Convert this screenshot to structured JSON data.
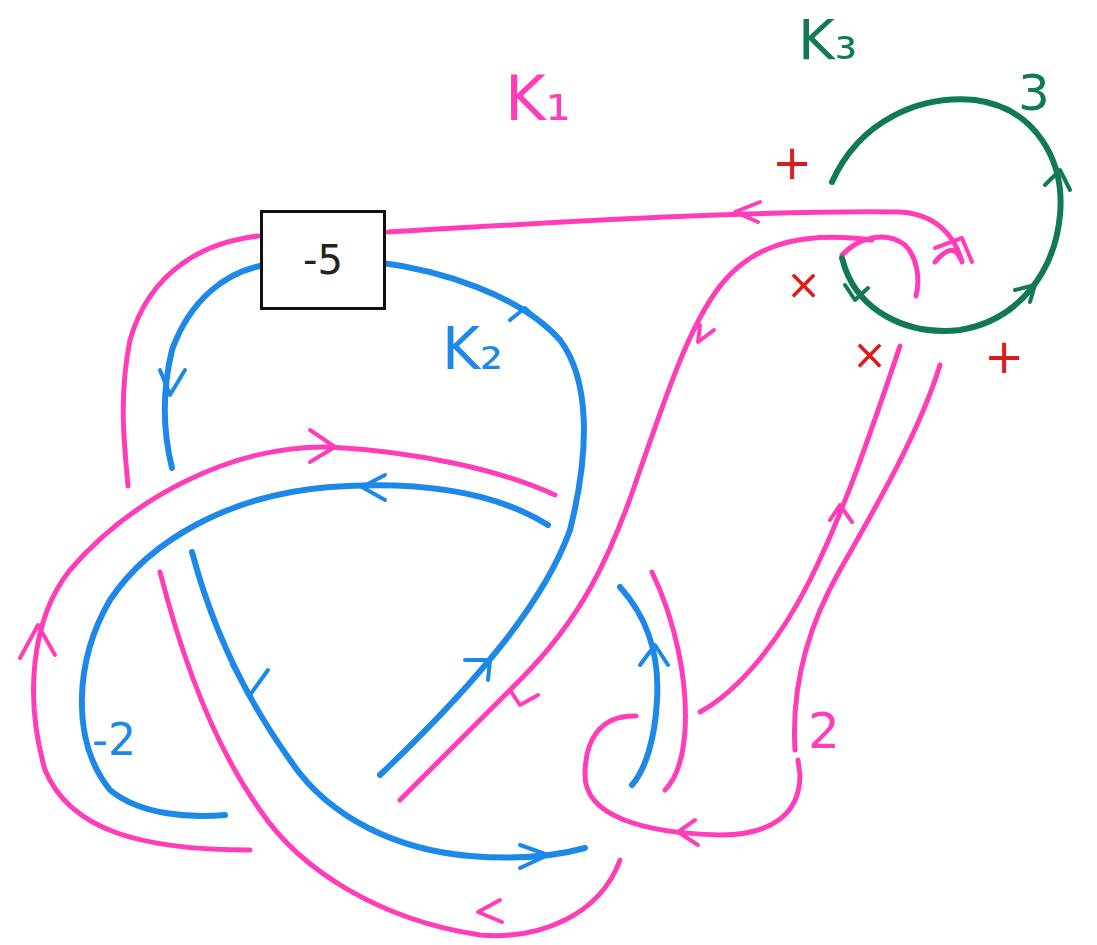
{
  "diagram": {
    "nodes": [
      {
        "text": [
          "-5"
        ]
      }
    ],
    "labels": [
      "K₁",
      "K₃",
      "3",
      "K₂",
      "-2",
      "2",
      "+",
      "×",
      "×",
      "+"
    ]
  }
}
